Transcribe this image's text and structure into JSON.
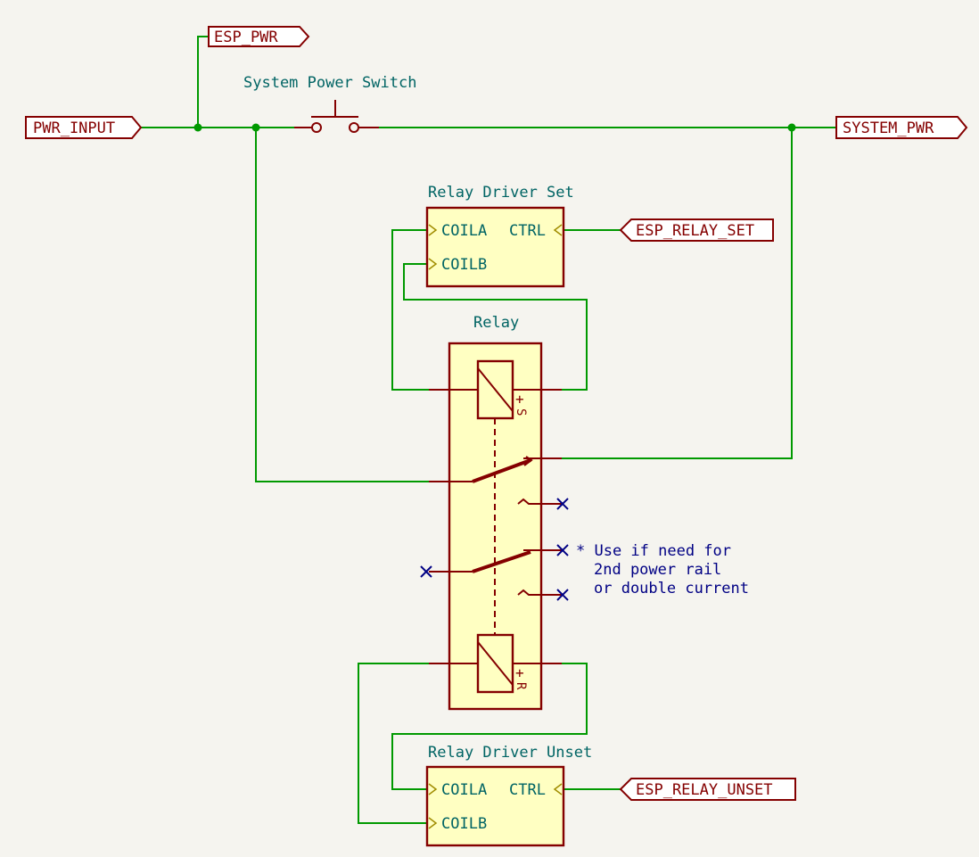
{
  "labels": {
    "esp_pwr": "ESP_PWR",
    "pwr_input": "PWR_INPUT",
    "system_pwr": "SYSTEM_PWR",
    "esp_relay_set": "ESP_RELAY_SET",
    "esp_relay_unset": "ESP_RELAY_UNSET"
  },
  "components": {
    "switch_title": "System Power Switch",
    "relay_title": "Relay",
    "driver_set": {
      "title": "Relay Driver Set",
      "pin_coila": "COILA",
      "pin_coilb": "COILB",
      "pin_ctrl": "CTRL"
    },
    "driver_unset": {
      "title": "Relay Driver Unset",
      "pin_coila": "COILA",
      "pin_coilb": "COILB",
      "pin_ctrl": "CTRL"
    },
    "coil_set_mark": "S",
    "coil_reset_mark": "R",
    "plus_mark": "+"
  },
  "note": {
    "line1": "* Use if need for",
    "line2": "2nd power rail",
    "line3": "or double current"
  },
  "colors": {
    "wire": "#009900",
    "component": "#840000",
    "fill": "#ffffc2",
    "text": "#006464",
    "note": "#000084",
    "background": "#f5f4ef"
  }
}
